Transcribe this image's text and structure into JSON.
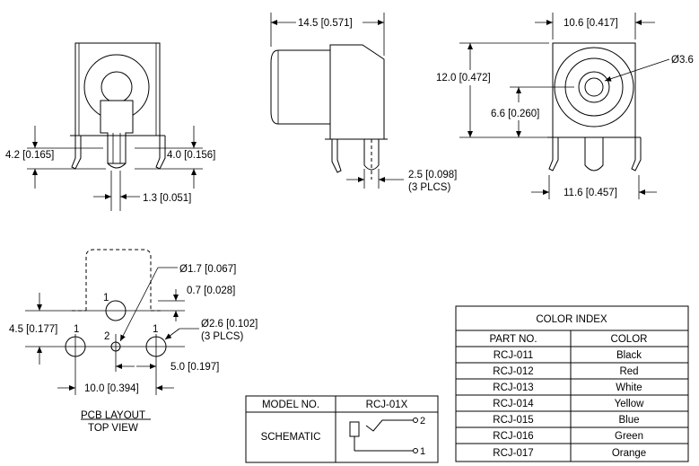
{
  "dims": {
    "left_4_2": "4.2 [0.165]",
    "left_4_0": "4.0 [0.156]",
    "left_1_3": "1.3 [0.051]",
    "side_14_5": "14.5 [0.571]",
    "side_2_5": "2.5 [0.098]",
    "side_3plcs": "(3 PLCS)",
    "right_10_6": "10.6 [0.417]",
    "right_12_0": "12.0 [0.472]",
    "right_6_6": "6.6 [0.260]",
    "right_dia_3_6": "Ø3.6",
    "right_11_6": "11.6 [0.457]"
  },
  "pcb": {
    "dia_1_7": "Ø1.7 [0.067]",
    "d_0_7": "0.7 [0.028]",
    "d_4_5": "4.5 [0.177]",
    "dia_2_6": "Ø2.6 [0.102]",
    "plcs": "(3 PLCS)",
    "d_5_0": "5.0 [0.197]",
    "d_10_0": "10.0 [0.394]",
    "pin_1_top": "1",
    "pin_1_left": "1",
    "pin_2": "2",
    "pin_1_right": "1",
    "title_1": "PCB LAYOUT",
    "title_2": "TOP VIEW"
  },
  "model_table": {
    "h1": "MODEL NO.",
    "h2": "RCJ-01X",
    "row_label": "SCHEMATIC",
    "pin2": "2",
    "pin1": "1"
  },
  "color_table": {
    "title": "COLOR INDEX",
    "col1": "PART NO.",
    "col2": "COLOR",
    "rows": [
      {
        "part": "RCJ-011",
        "color": "Black"
      },
      {
        "part": "RCJ-012",
        "color": "Red"
      },
      {
        "part": "RCJ-013",
        "color": "White"
      },
      {
        "part": "RCJ-014",
        "color": "Yellow"
      },
      {
        "part": "RCJ-015",
        "color": "Blue"
      },
      {
        "part": "RCJ-016",
        "color": "Green"
      },
      {
        "part": "RCJ-017",
        "color": "Orange"
      }
    ]
  }
}
